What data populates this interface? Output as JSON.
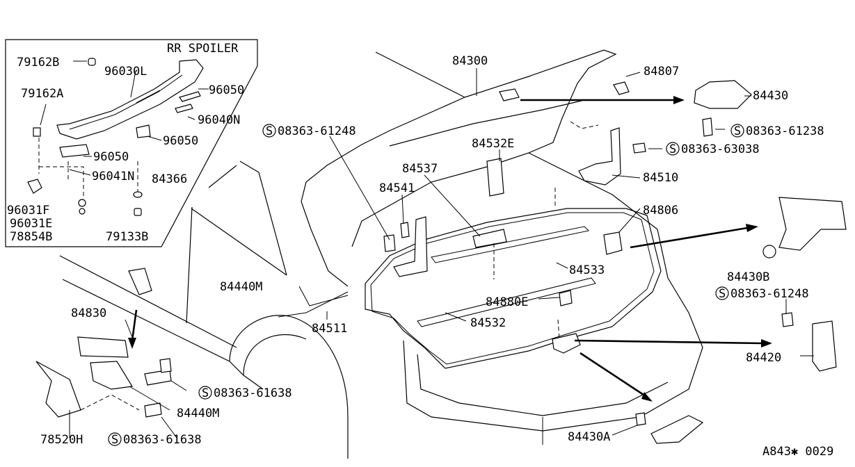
{
  "inset": {
    "title": "RR SPOILER"
  },
  "footer": {
    "code": "A843✱ 0029"
  },
  "s_symbol": "S",
  "labels": {
    "p79162B": "79162B",
    "p79162A": "79162A",
    "p96030L": "96030L",
    "p96050a": "96050",
    "p96040N": "96040N",
    "p96050b": "96050",
    "p96050c": "96050",
    "p96041N": "96041N",
    "p84366": "84366",
    "p96031F": "96031F",
    "p96031E": "96031E",
    "p78854B": "78854B",
    "p79133B": "79133B",
    "p84300": "84300",
    "p84807": "84807",
    "p84430": "84430",
    "s08363_61238": "08363-61238",
    "s08363_61248a": "08363-61248",
    "p84532E": "84532E",
    "s08363_63038": "08363-63038",
    "p84537": "84537",
    "p84541": "84541",
    "p84510": "84510",
    "p84806": "84806",
    "p84533": "84533",
    "p84430B": "84430B",
    "s08363_61248b": "08363-61248",
    "p84440Ma": "84440M",
    "p84511": "84511",
    "p84880E": "84880E",
    "p84532": "84532",
    "p84830": "84830",
    "s08363_61638a": "08363-61638",
    "p84440Mb": "84440M",
    "p78520H": "78520H",
    "s08363_61638b": "08363-61638",
    "p84420": "84420",
    "p84430A": "84430A"
  }
}
